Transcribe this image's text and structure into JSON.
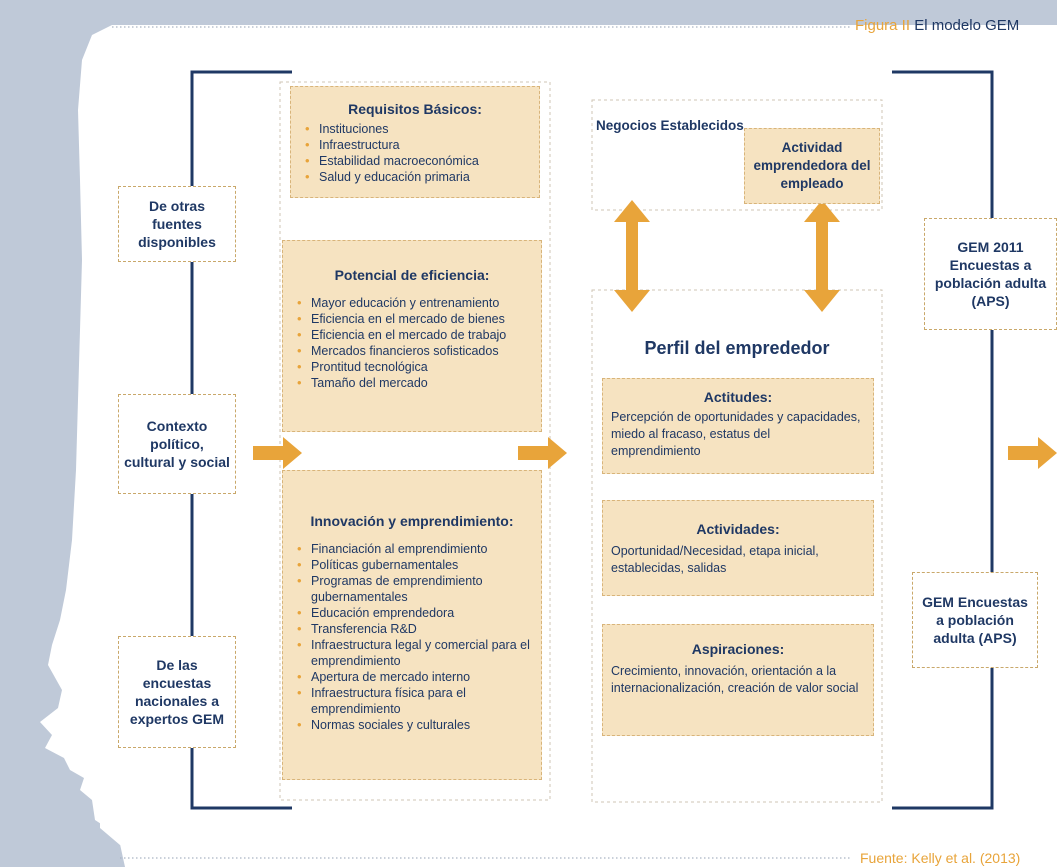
{
  "header": {
    "figure_prefix": "Figura II",
    "figure_title": "El modelo GEM"
  },
  "footer": {
    "source": "Fuente: Kelly et al. (2013)"
  },
  "sources": {
    "other": "De otras fuentes disponibles",
    "context": "Contexto político, cultural y social",
    "experts": "De las encuestas nacionales a expertos GEM"
  },
  "requisitos": {
    "title": "Requisitos Básicos:",
    "items": [
      "Instituciones",
      "Infraestructura",
      "Estabilidad macroeconómica",
      "Salud y educación primaria"
    ]
  },
  "eficiencia": {
    "title": "Potencial de eficiencia:",
    "items": [
      "Mayor educación y entrenamiento",
      "Eficiencia en el mercado de bienes",
      "Eficiencia en el mercado de trabajo",
      "Mercados financieros sofisticados",
      "Prontitud tecnológica",
      "Tamaño del mercado"
    ]
  },
  "innovacion": {
    "title": "Innovación y emprendimiento:",
    "items": [
      "Financiación al emprendimiento",
      "Políticas gubernamentales",
      "Programas de emprendimiento gubernamentales",
      "Educación emprendedora",
      "Transferencia R&D",
      "Infraestructura legal y comercial para el emprendimiento",
      "Apertura de mercado interno",
      "Infraestructura física para el emprendimiento",
      "Normas sociales y culturales"
    ]
  },
  "negocios": {
    "label": "Negocios Establecidos",
    "actividad": "Actividad emprendedora del empleado"
  },
  "perfil": {
    "title": "Perfil del emprededor",
    "actitudes": {
      "title": "Actitudes:",
      "text": "Percepción de oportunidades y capacidades, miedo al fracaso, estatus del emprendimiento"
    },
    "actividades": {
      "title": "Actividades:",
      "text": "Oportunidad/Necesidad, etapa inicial, establecidas, salidas"
    },
    "aspiraciones": {
      "title": "Aspiraciones:",
      "text": "Crecimiento, innovación, orientación a la internacionalización, creación de valor social"
    }
  },
  "gem": {
    "aps2011": "GEM 2011 Encuestas a población adulta (APS)",
    "aps": "GEM Encuestas a población adulta (APS)"
  },
  "colors": {
    "navy": "#1f3864",
    "orange": "#e8a43a",
    "beige": "#f6e3c1",
    "silhouette": "#bfc9d8"
  }
}
